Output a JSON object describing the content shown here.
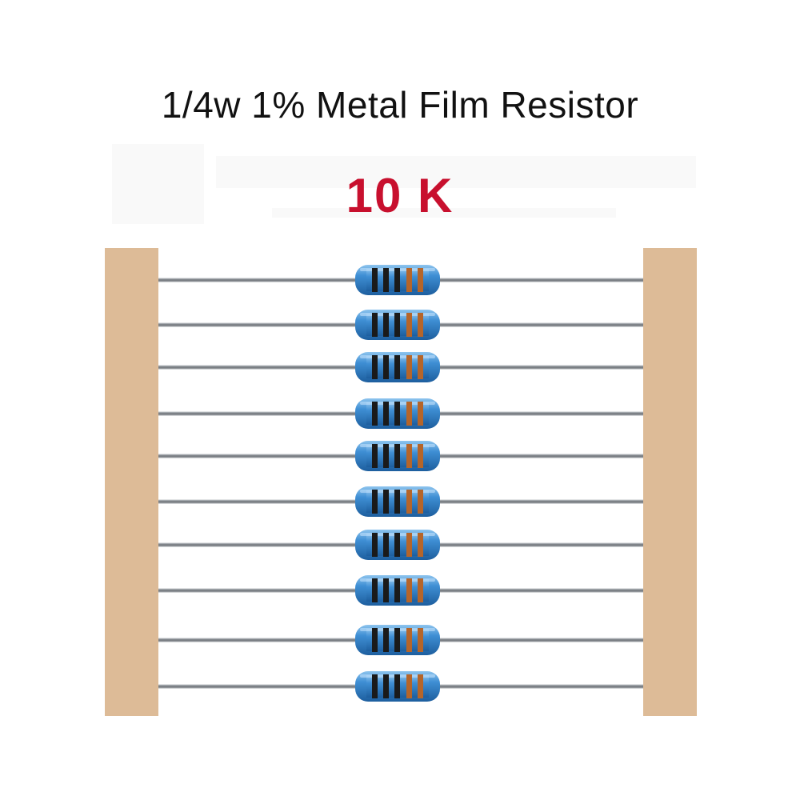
{
  "title": "1/4w 1% Metal Film Resistor",
  "resistance_label": "10 K",
  "colors": {
    "resistance_label": "#c8102e",
    "tape": "#ddbb97",
    "resistor_body": "#3d85c6",
    "lead": "#8a8f94"
  },
  "resistor_count": 10,
  "color_bands": [
    "black",
    "black",
    "black",
    "brown",
    "brown"
  ]
}
